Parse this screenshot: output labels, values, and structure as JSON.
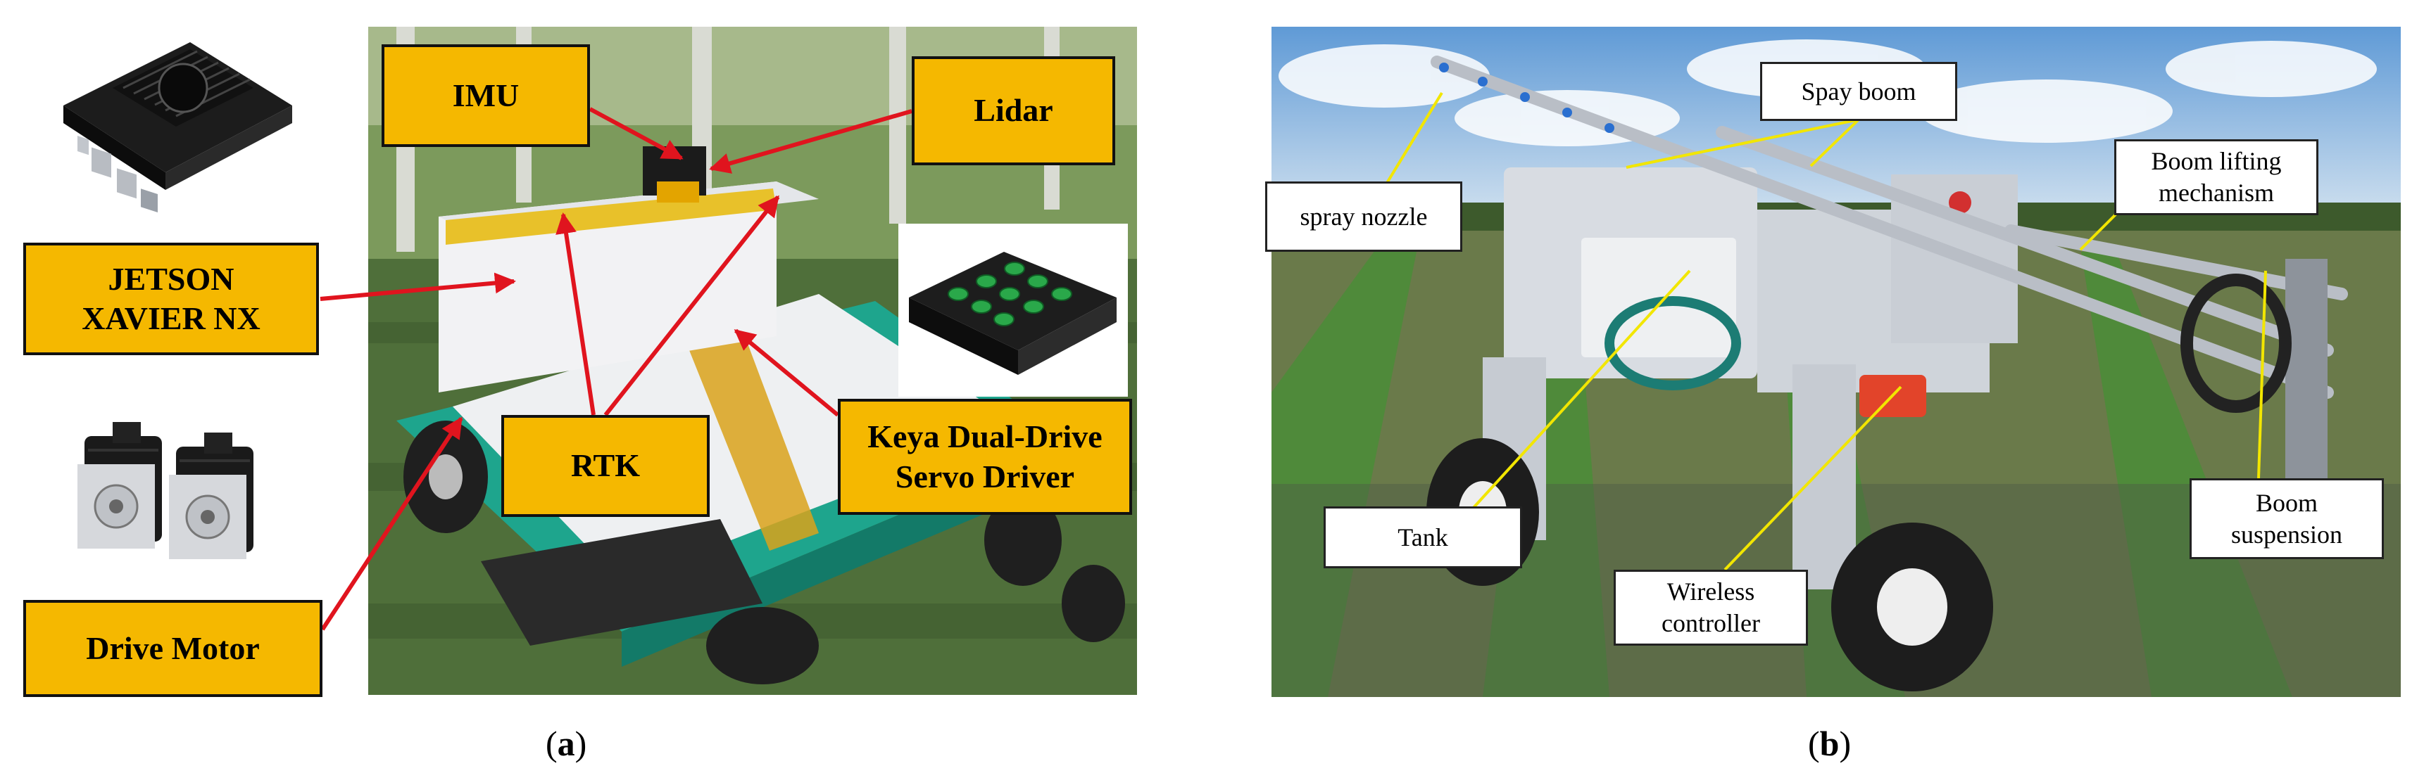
{
  "panel_a": {
    "labels": {
      "imu": "IMU",
      "lidar": "Lidar",
      "jetson_line1": "JETSON",
      "jetson_line2": "XAVIER NX",
      "rtk": "RTK",
      "keya_line1": "Keya Dual-Drive",
      "keya_line2": "Servo Driver",
      "drive_motor": "Drive Motor"
    },
    "caption_prefix": "(",
    "caption_letter": "a",
    "caption_suffix": ")",
    "colors": {
      "label_fill": "#F5B800",
      "arrow": "#E0141E"
    }
  },
  "panel_b": {
    "labels": {
      "spray_nozzle": "spray nozzle",
      "spay_boom": "Spay boom",
      "boom_lifting_line1": "Boom lifting",
      "boom_lifting_line2": "mechanism",
      "tank": "Tank",
      "wireless_line1": "Wireless",
      "wireless_line2": "controller",
      "boom_suspension_line1": "Boom",
      "boom_suspension_line2": "suspension"
    },
    "caption_prefix": "(",
    "caption_letter": "b",
    "caption_suffix": ")",
    "colors": {
      "leader": "#F2E600"
    }
  }
}
